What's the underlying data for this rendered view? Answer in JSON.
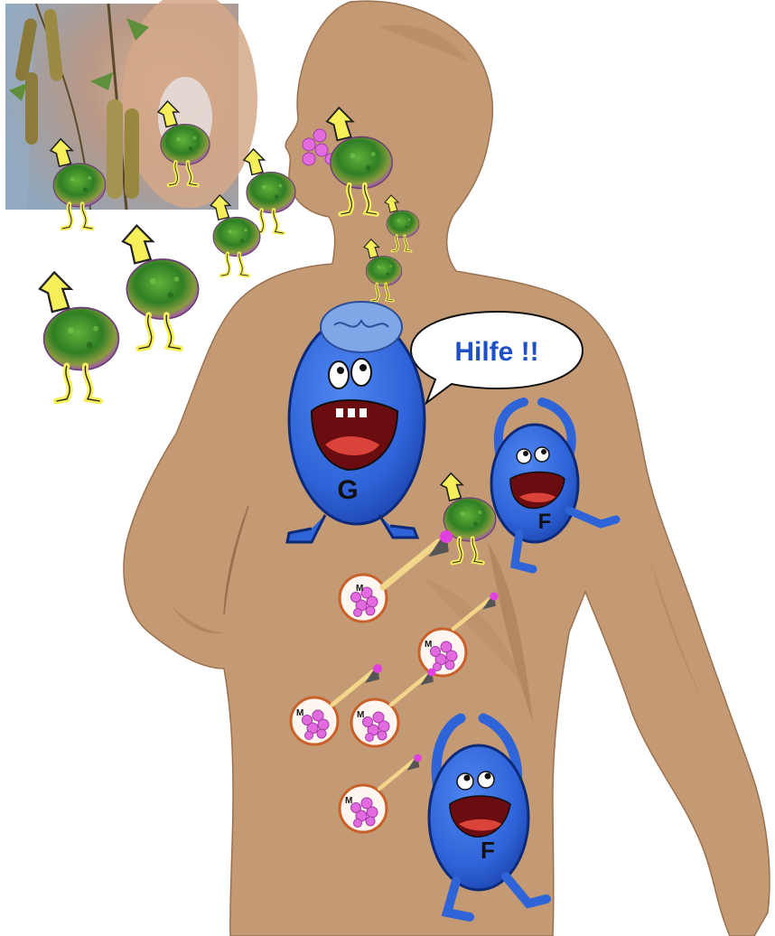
{
  "speech_bubble": {
    "text": "Hilfe !!"
  },
  "monsters": [
    {
      "id": "g",
      "label": "G"
    },
    {
      "id": "f1",
      "label": "F"
    },
    {
      "id": "f2",
      "label": "F"
    }
  ],
  "mast_cells": [
    {
      "label": "M"
    },
    {
      "label": "M"
    },
    {
      "label": "M"
    },
    {
      "label": "M"
    },
    {
      "label": "M"
    }
  ],
  "colors": {
    "skin": "#c49a74",
    "skin_dark": "#a97c55",
    "monster_blue": "#2f63d8",
    "monster_dark": "#143a9a",
    "pollen_green": "#3f8f2a",
    "pollen_purple": "#9b5fa8",
    "arrow_yellow": "#f7ef5a",
    "granule_pink": "#d35ad3",
    "speech_text": "#1e50c8"
  }
}
